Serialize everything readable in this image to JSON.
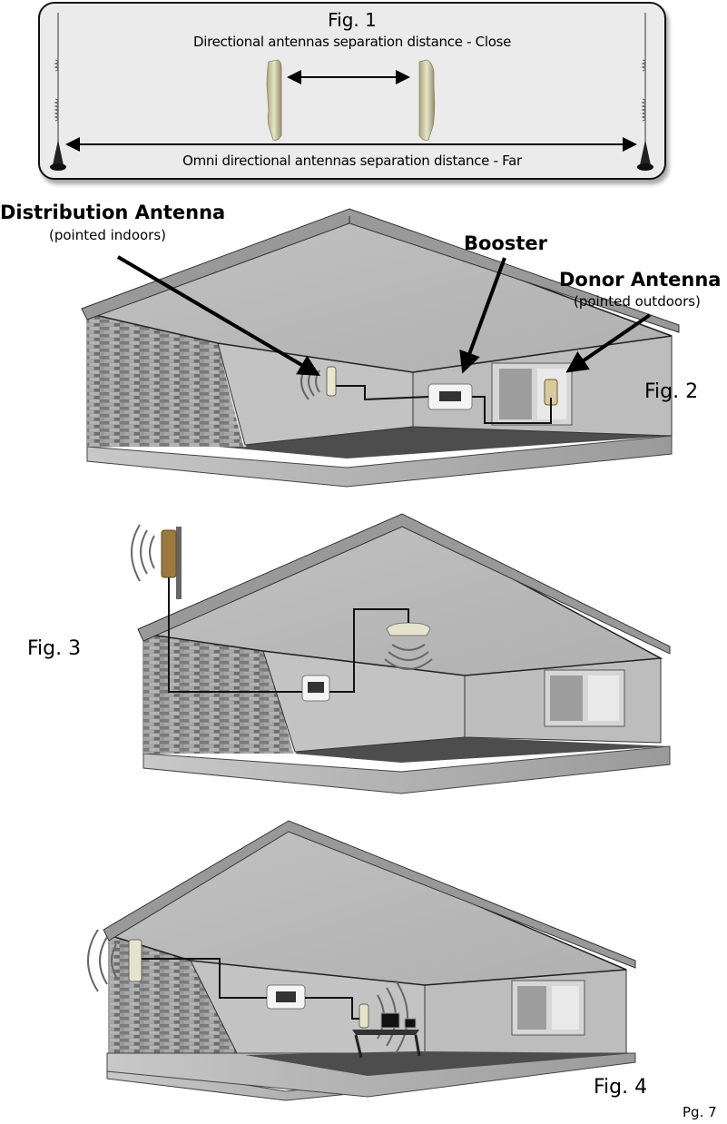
{
  "fig1": {
    "title": "Fig. 1",
    "directional_caption": "Directional antennas separation distance - Close",
    "omni_caption": "Omni directional antennas separation distance - Far"
  },
  "fig2": {
    "label": "Fig. 2",
    "callouts": {
      "distribution_antenna": {
        "title": "Distribution Antenna",
        "subtitle": "(pointed indoors)"
      },
      "booster": {
        "title": "Booster"
      },
      "donor_antenna": {
        "title": "Donor Antenna",
        "subtitle": "(pointed outdoors)"
      }
    }
  },
  "fig3": {
    "label": "Fig. 3"
  },
  "fig4": {
    "label": "Fig. 4"
  },
  "page": {
    "number": "Pg. 7"
  },
  "colors": {
    "panel_bg": "#ebebeb",
    "wall": "#bdbdbd",
    "ceiling": "#c8c8c8",
    "floor": "#4a4a4a",
    "brick": "#8a8a8a",
    "antenna": "#d8d3b0"
  }
}
